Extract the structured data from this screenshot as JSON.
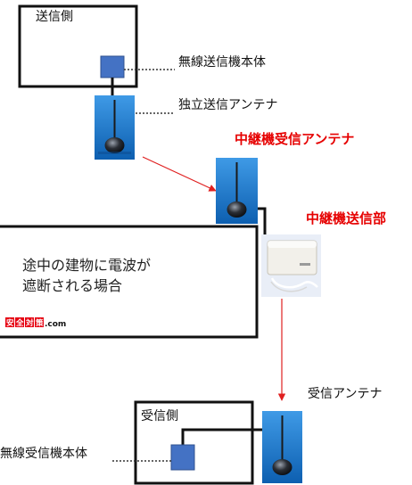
{
  "labels": {
    "sender_side": "送信側",
    "wireless_tx_unit": "無線送信機本体",
    "standalone_tx_antenna": "独立送信アンテナ",
    "relay_rx_antenna": "中継機受信アンテナ",
    "relay_tx_unit": "中継機送信部",
    "obstacle_line1": "途中の建物に電波が",
    "obstacle_line2": "遮断される場合",
    "logo_text": "安全対策",
    "logo_suffix": ".com",
    "rx_antenna": "受信アンテナ",
    "receiver_side": "受信側",
    "wireless_rx_unit": "無線受信機本体"
  },
  "colors": {
    "box_border": "#111111",
    "device_blue": "#4472c4",
    "antenna_bg": "#1e7fd1",
    "signal_arrow": "#e02020",
    "highlight_text": "#e60000",
    "relay_device": "#f2f0ea",
    "logo_red": "#e60012"
  }
}
